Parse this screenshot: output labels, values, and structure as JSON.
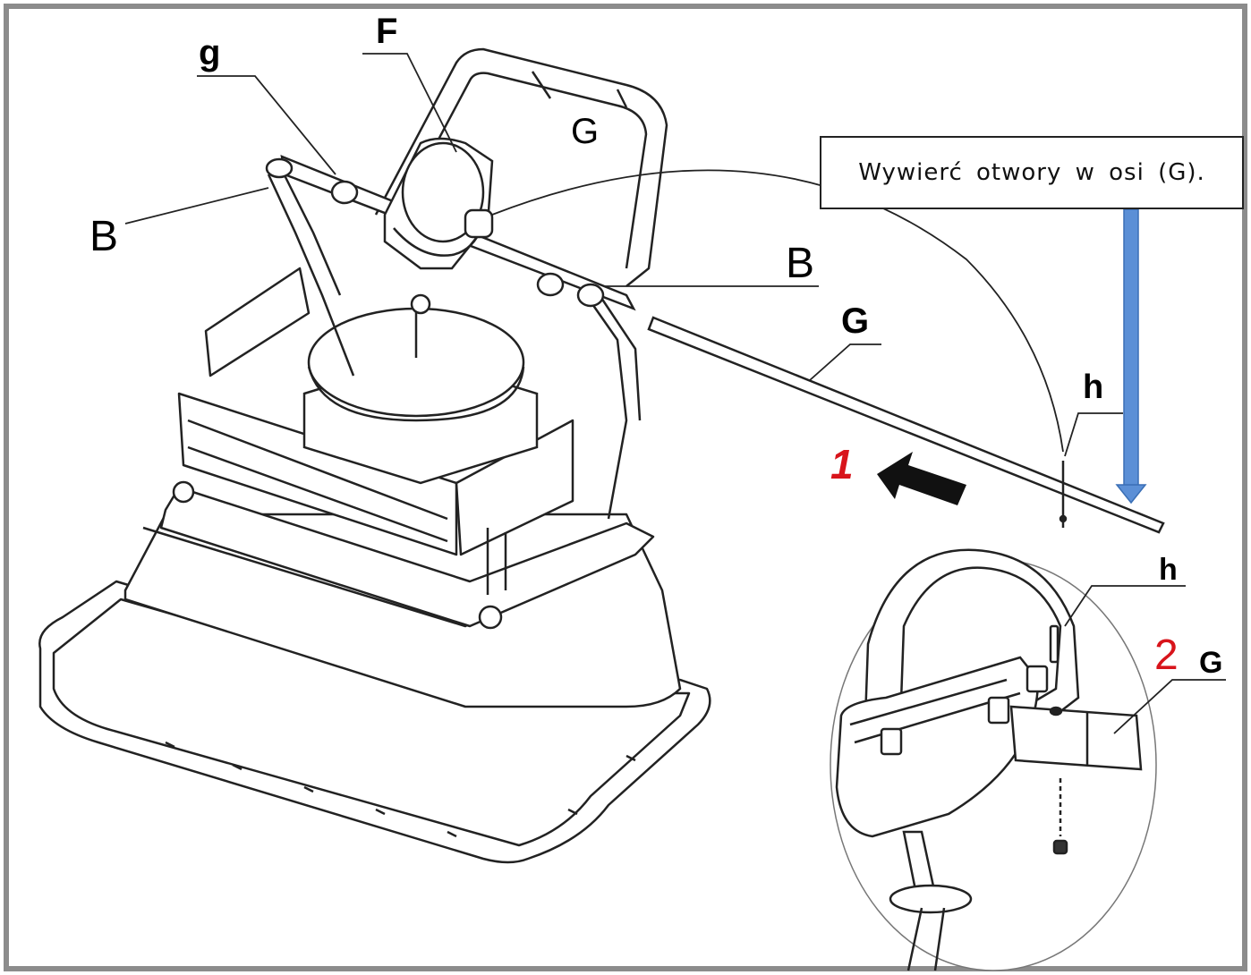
{
  "callout": {
    "text": "Wywierć otwory w osi (G)."
  },
  "labels": {
    "F": "F",
    "g": "g",
    "G_top": "G",
    "B_left": "B",
    "B_right": "B",
    "G_shaft": "G",
    "h_top": "h",
    "step1": "1",
    "h_inset": "h",
    "step2": "2",
    "G_inset": "G"
  },
  "colors": {
    "border": "#8c8c8c",
    "arrow_blue": "#5b8fd6",
    "step_red": "#d8141b",
    "line": "#222222"
  },
  "icons": {
    "direction_arrow": "arrow-left-icon",
    "down_arrow": "arrow-down-icon"
  }
}
